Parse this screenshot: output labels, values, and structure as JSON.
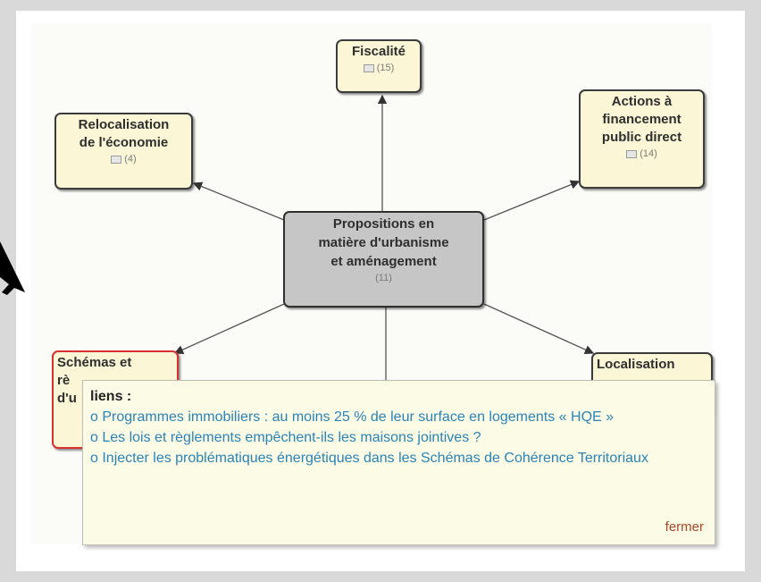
{
  "map": {
    "center": {
      "title": "Propositions en\nmatière d'urbanisme\net aménagement",
      "meta": "(11)"
    },
    "nodes": {
      "fiscalite": {
        "title": "Fiscalité",
        "meta": "(15)"
      },
      "relocalisation": {
        "title": "Relocalisation\nde l'économie",
        "meta": "(4)"
      },
      "actions": {
        "title": "Actions à\nfinancement\npublic direct",
        "meta": "(14)"
      },
      "schemas": {
        "title": "Schémas et\nrè\nd'u"
      },
      "localisation": {
        "title": "Localisation"
      }
    }
  },
  "popup": {
    "title": "liens :",
    "links": [
      "o Programmes immobiliers : au moins 25 % de leur surface en logements « HQE »",
      "o Les lois et règlements empêchent-ils les maisons jointives ?",
      "o Injecter les problématiques énergétiques dans les Schémas de Cohérence Territoriaux"
    ],
    "close_label": "fermer"
  },
  "colors": {
    "node_fill": "#fbf6d6",
    "center_fill": "#c6c6c6",
    "selected_border": "#d93030",
    "link_text": "#2a83b8",
    "close_text": "#b0442b"
  }
}
